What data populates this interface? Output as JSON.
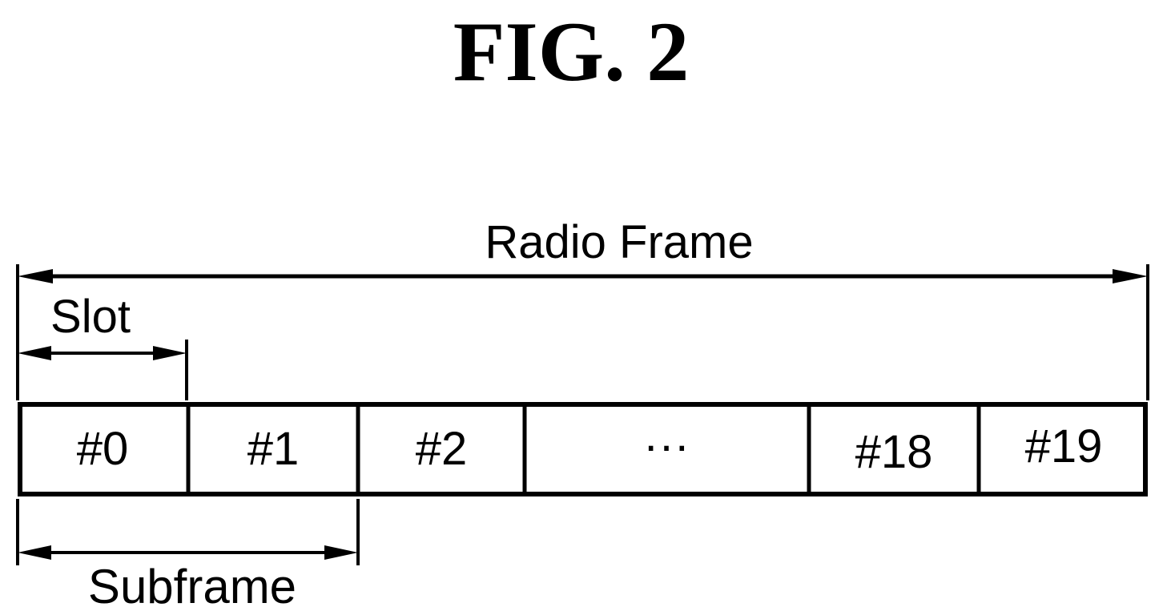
{
  "figure": {
    "title": "FIG. 2",
    "radio_frame_label": "Radio Frame",
    "slot_label": "Slot",
    "subframe_label": "Subframe",
    "cells": [
      "#0",
      "#1",
      "#2",
      "···",
      "#18",
      "#19"
    ]
  },
  "colors": {
    "ink": "#000000",
    "background": "#ffffff"
  }
}
